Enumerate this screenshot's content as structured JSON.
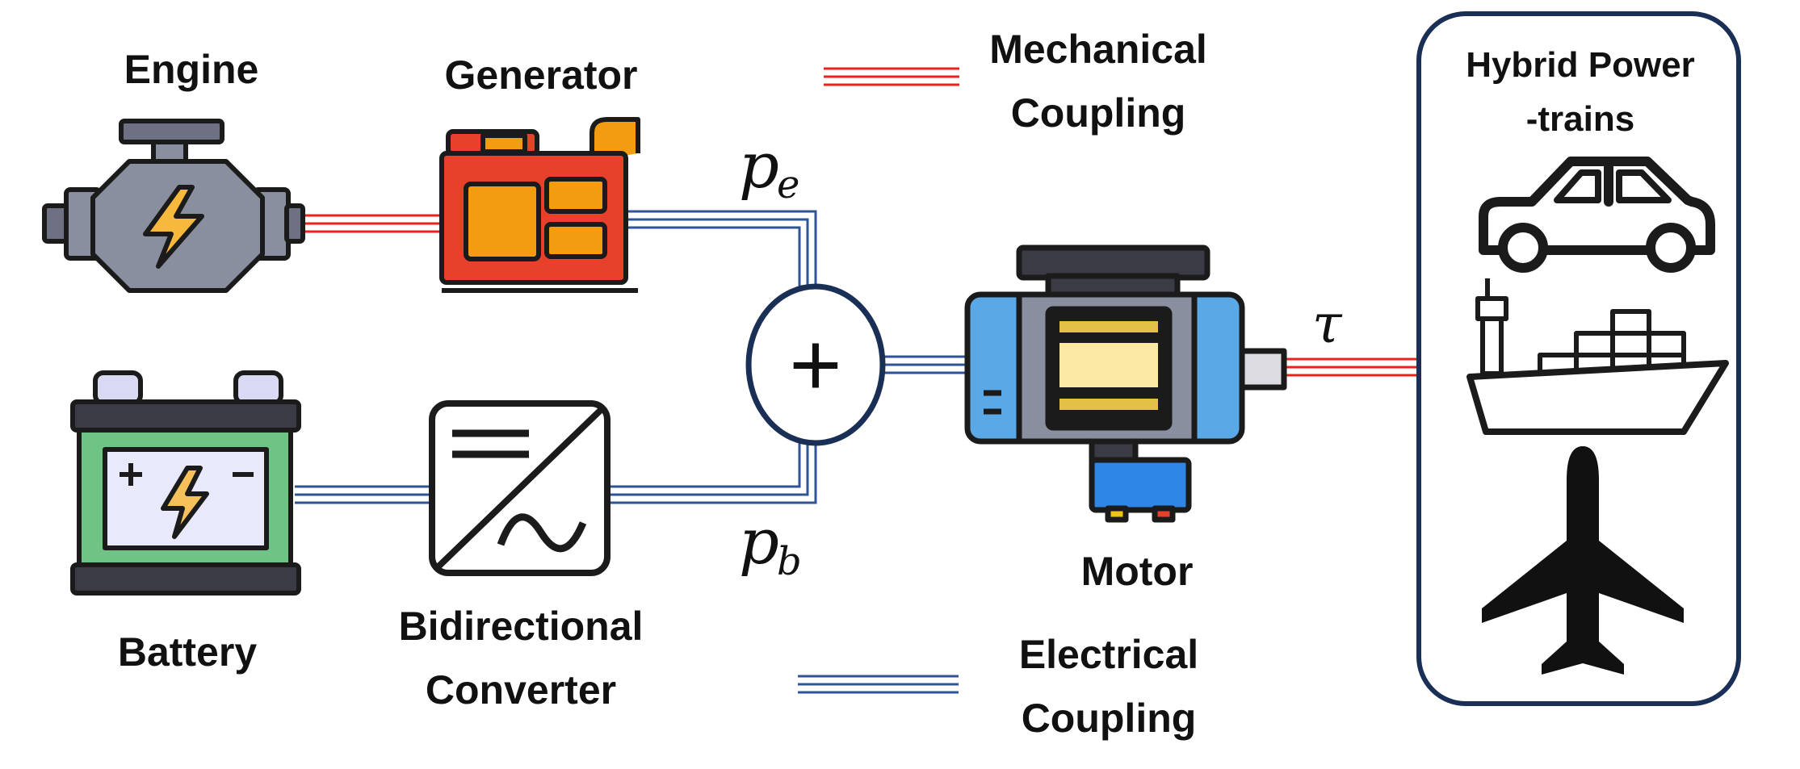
{
  "labels": {
    "engine": "Engine",
    "generator": "Generator",
    "battery": "Battery",
    "converter_line1": "Bidirectional",
    "converter_line2": "Converter",
    "motor": "Motor",
    "legend_mech_line1": "Mechanical",
    "legend_mech_line2": "Coupling",
    "legend_elec_line1": "Electrical",
    "legend_elec_line2": "Coupling",
    "hybrid_line1": "Hybrid Power",
    "hybrid_line2": "-trains"
  },
  "symbols": {
    "pe_base": "p",
    "pe_sub": "e",
    "pb_base": "p",
    "pb_sub": "b",
    "tau": "τ",
    "sum": "+"
  },
  "icons": [
    "engine-icon",
    "generator-icon",
    "battery-icon",
    "converter-icon",
    "motor-icon",
    "car-icon",
    "ship-icon",
    "airplane-icon"
  ],
  "colors": {
    "mechanical_coupling": "#e8221c",
    "electrical_coupling": "#2f5597",
    "frame": "#1a2f55"
  }
}
